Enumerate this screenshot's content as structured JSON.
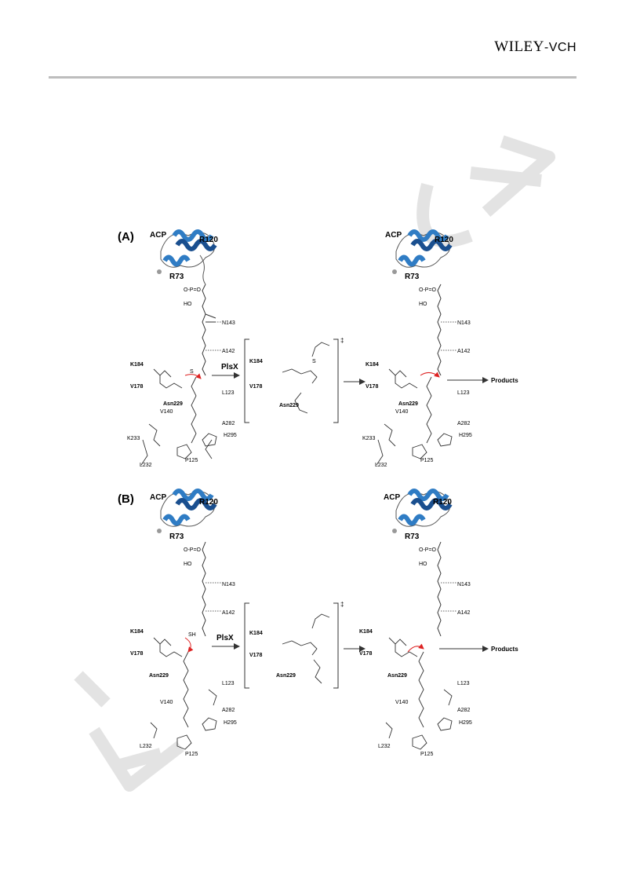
{
  "header": {
    "publisher_main": "WILEY",
    "publisher_suffix": "-VCH"
  },
  "watermark": {
    "text": "ACCEPTED MANUSCRIPT",
    "color": "#e2e2e2"
  },
  "figure": {
    "panel_a_label": "(A)",
    "panel_b_label": "(B)",
    "enzyme_label": "PlsX",
    "products_label": "Products",
    "transition_state_mark": "‡",
    "acp_label": "ACP",
    "helix_labels": [
      "R120",
      "R73"
    ],
    "phosphate_label": "O-P=O",
    "hydroxyl_label": "HO",
    "backbone_residues": [
      "N143",
      "A142"
    ],
    "active_site": {
      "k184": "K184",
      "v178": "V178",
      "asn229": "Asn229",
      "thiol_a": "S",
      "thiol_b": "SH"
    },
    "pocket_residues": [
      "L123",
      "V140",
      "A282",
      "H295",
      "K233",
      "L232",
      "P125"
    ],
    "colors": {
      "helix": "#2f7cc4",
      "helix_dark": "#1a4f8f",
      "arrow": "#d22",
      "bond": "#333333"
    }
  }
}
